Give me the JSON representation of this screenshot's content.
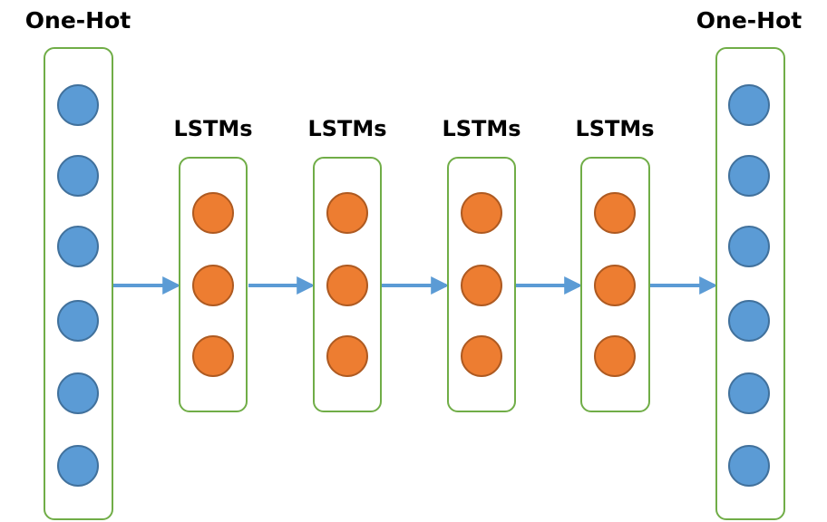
{
  "input_layer": {
    "title": "One-Hot",
    "node_count": 6
  },
  "hidden_layers": [
    {
      "title": "LSTMs",
      "node_count": 3
    },
    {
      "title": "LSTMs",
      "node_count": 3
    },
    {
      "title": "LSTMs",
      "node_count": 3
    },
    {
      "title": "LSTMs",
      "node_count": 3
    }
  ],
  "output_layer": {
    "title": "One-Hot",
    "node_count": 6
  },
  "colors": {
    "box_border": "#70ad47",
    "input_output_node": "#5b9bd5",
    "input_output_node_border": "#41719c",
    "lstm_node": "#ed7d31",
    "lstm_node_border": "#ae5a21",
    "arrow": "#5b9bd5"
  }
}
